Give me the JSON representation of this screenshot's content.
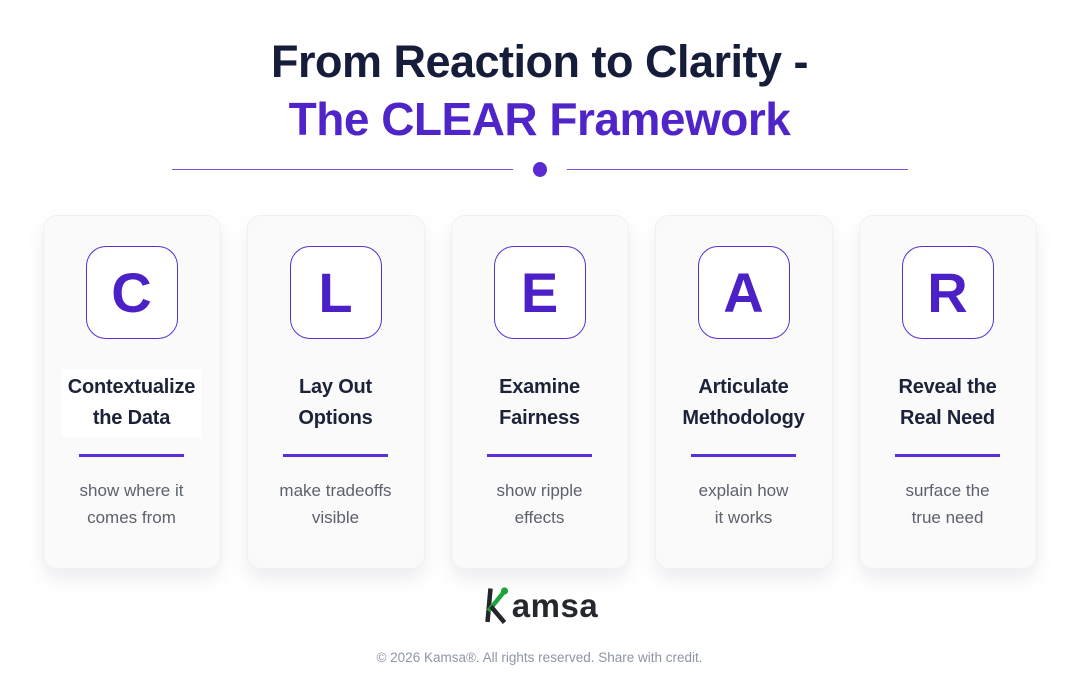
{
  "header": {
    "title_line1": "From Reaction to Clarity -",
    "title_line2": "The CLEAR Framework"
  },
  "cards": [
    {
      "letter": "C",
      "title_line1": "Contextualize",
      "title_line2": "the Data",
      "subtitle_line1": "show where it",
      "subtitle_line2": "comes from"
    },
    {
      "letter": "L",
      "title_line1": "Lay Out",
      "title_line2": "Options",
      "subtitle_line1": "make tradeoffs",
      "subtitle_line2": "visible"
    },
    {
      "letter": "E",
      "title_line1": "Examine",
      "title_line2": "Fairness",
      "subtitle_line1": "show ripple",
      "subtitle_line2": "effects"
    },
    {
      "letter": "A",
      "title_line1": "Articulate",
      "title_line2": "Methodology",
      "subtitle_line1": "explain how",
      "subtitle_line2": "it works"
    },
    {
      "letter": "R",
      "title_line1": "Reveal the",
      "title_line2": "Real Need",
      "subtitle_line1": "surface the",
      "subtitle_line2": "true need"
    }
  ],
  "footer": {
    "logo_text": "Kamsa",
    "logo_rest": "amsa",
    "copyright": "© 2026 Kamsa®. All rights reserved. Share with credit."
  },
  "colors": {
    "accent_purple": "#4f24c9",
    "title_navy": "#161d3a",
    "logo_green": "#1fa43c",
    "subtitle_gray": "#5c616c",
    "footer_gray": "#8d96a5"
  }
}
